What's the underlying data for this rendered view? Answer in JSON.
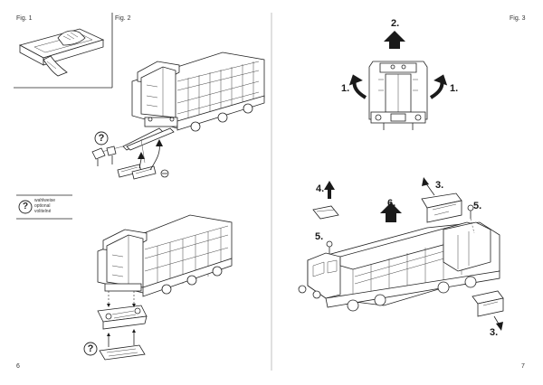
{
  "left_page": {
    "fig1_label": "Fig. 1",
    "fig2_label": "Fig. 2",
    "page_number": "6",
    "legend": {
      "symbol": "?",
      "lines": [
        "wahlweise",
        "optional",
        "volitelné"
      ]
    },
    "optional_marker": "?"
  },
  "right_page": {
    "fig3_label": "Fig. 3",
    "page_number": "7",
    "steps": {
      "s1_left": "1.",
      "s1_right": "1.",
      "s2": "2.",
      "s3_top": "3.",
      "s3_bottom": "3.",
      "s4": "4.",
      "s5_left": "5.",
      "s5_right": "5.",
      "s6": "6."
    }
  }
}
